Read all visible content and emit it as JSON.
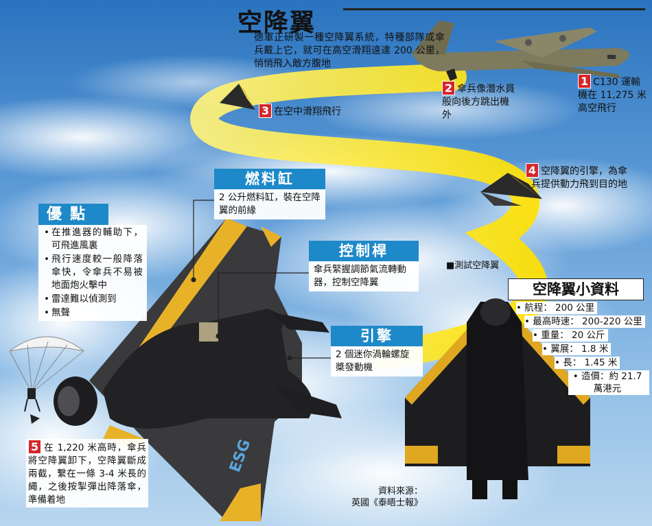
{
  "title": "空降翼",
  "intro": "德軍正研製一種空降翼系統，特種部隊或傘兵戴上它，就可在高空滑翔遠達 200 公里，悄悄飛入敵方腹地",
  "steps": [
    {
      "num": "1",
      "text": "C130 運輸機在 11,275 米高空飛行"
    },
    {
      "num": "2",
      "text": "傘兵像潛水員般向後方跳出機外"
    },
    {
      "num": "3",
      "text": "在空中滑翔飛行"
    },
    {
      "num": "4",
      "text": "空降翼的引擎，為傘兵提供動力飛到目的地"
    },
    {
      "num": "5",
      "text": "在 1,220 米高時，傘兵將空降翼卸下，空降翼斷成兩截，繫在一條 3-4 米長的繩，之後按掣彈出降落傘，準備着地"
    }
  ],
  "callouts": {
    "fuel": {
      "title": "燃料缸",
      "text": "2 公升燃料缸，裝在空降翼的前緣"
    },
    "control": {
      "title": "控制桿",
      "text": "傘兵緊握調節氣流轉動器，控制空降翼"
    },
    "engine": {
      "title": "引擎",
      "text": "2 個迷你渦輪螺旋槳發動機"
    }
  },
  "advantages": {
    "title": "優點",
    "items": [
      "在推進器的輔助下，可飛進風裏",
      "飛行速度較一般降落傘快，令傘兵不易被地面炮火擊中",
      "雷達難以偵測到",
      "無聲"
    ]
  },
  "facts": {
    "title": "空降翼小資料",
    "items": [
      "航程： 200 公里",
      "最高時速： 200-220 公里",
      "重量： 20 公斤",
      "翼展： 1.8 米",
      "長： 1.45 米",
      "造價：約 21.7 萬港元"
    ]
  },
  "test_caption": "■測試空降翼",
  "source_label": "資料來源：",
  "source_name": "英國《泰晤士報》",
  "wing_logo": "ESG"
}
